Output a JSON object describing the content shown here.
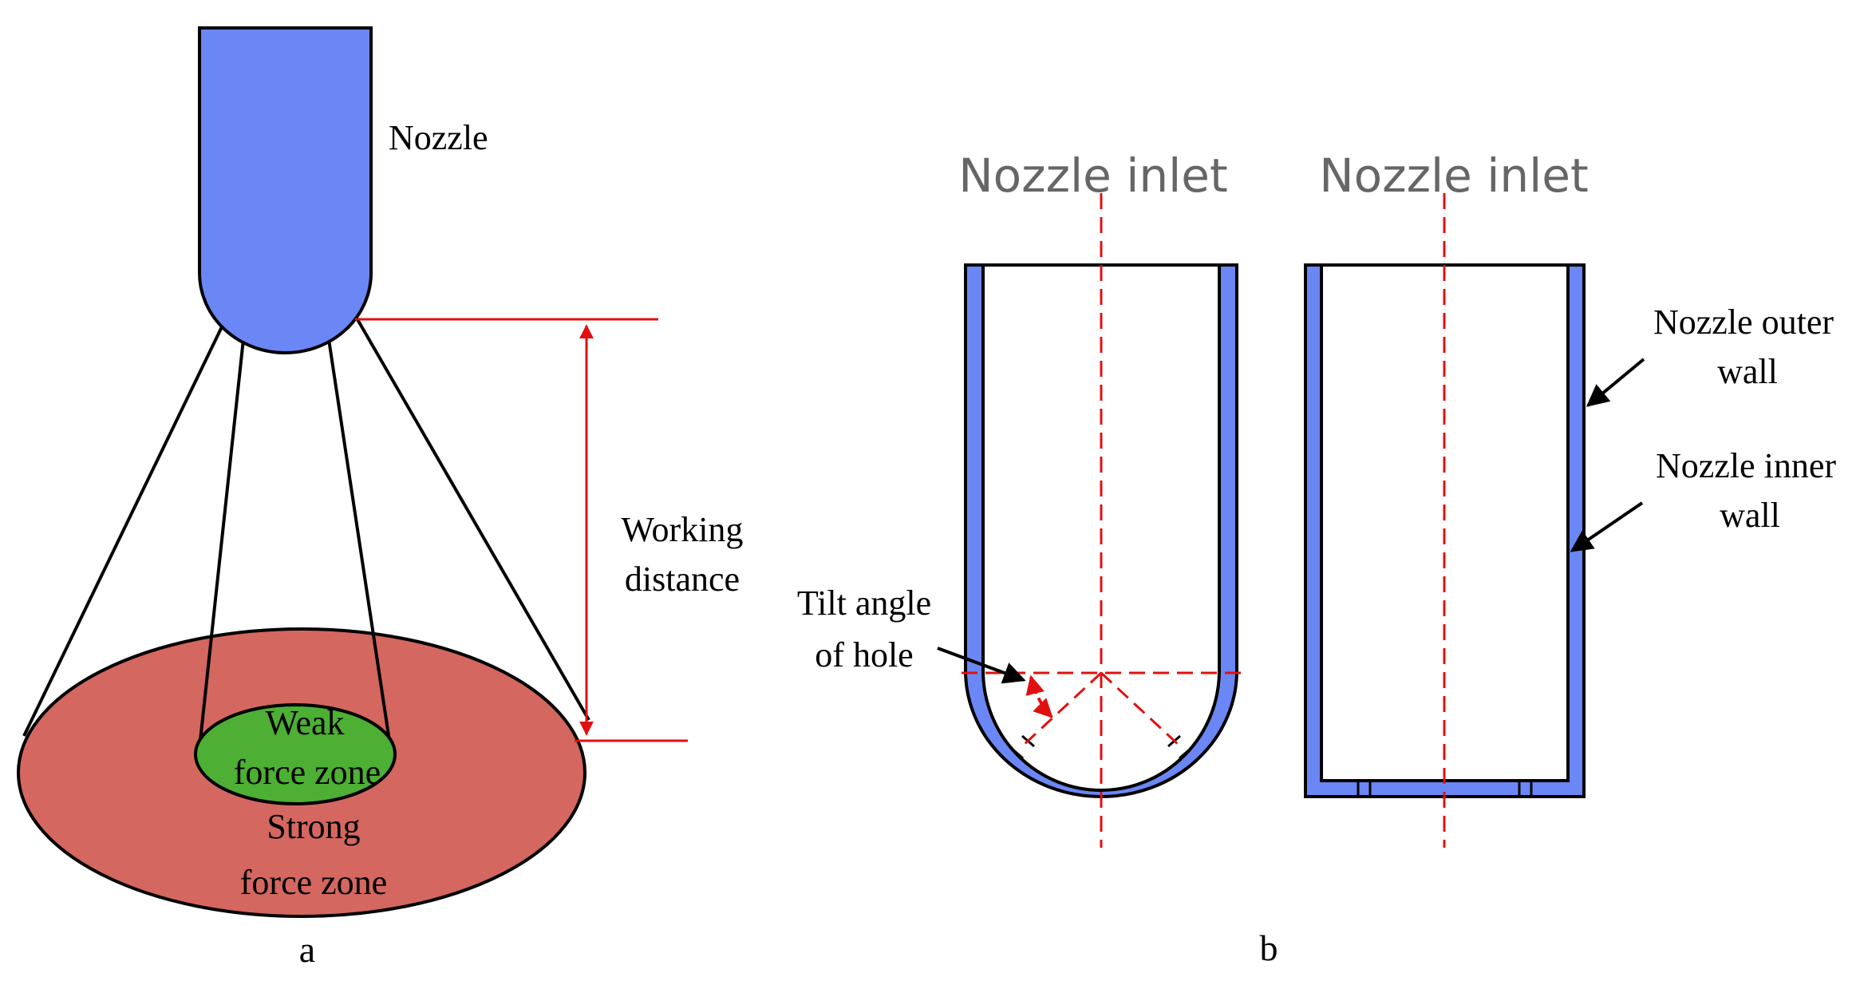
{
  "panel_a": {
    "nozzle_label": "Nozzle",
    "working_distance_line1": "Working",
    "working_distance_line2": "distance",
    "weak_zone_line1": "Weak",
    "weak_zone_line2": "force zone",
    "strong_zone_line1": "Strong",
    "strong_zone_line2": "force zone",
    "caption": "a"
  },
  "panel_b": {
    "left_inlet_label": "Nozzle inlet",
    "right_inlet_label": "Nozzle inlet",
    "tilt_label_line1": "Tilt angle",
    "tilt_label_line2": "of hole",
    "outer_wall_line1": "Nozzle outer",
    "outer_wall_line2": "wall",
    "inner_wall_line1": "Nozzle inner",
    "inner_wall_line2": "wall",
    "caption": "b"
  },
  "colors": {
    "nozzle_blue": "#6b87f5",
    "strong_zone_red": "#d4675f",
    "weak_zone_green": "#4daf34",
    "annotation_red": "#e01010",
    "outline_black": "#000000"
  }
}
